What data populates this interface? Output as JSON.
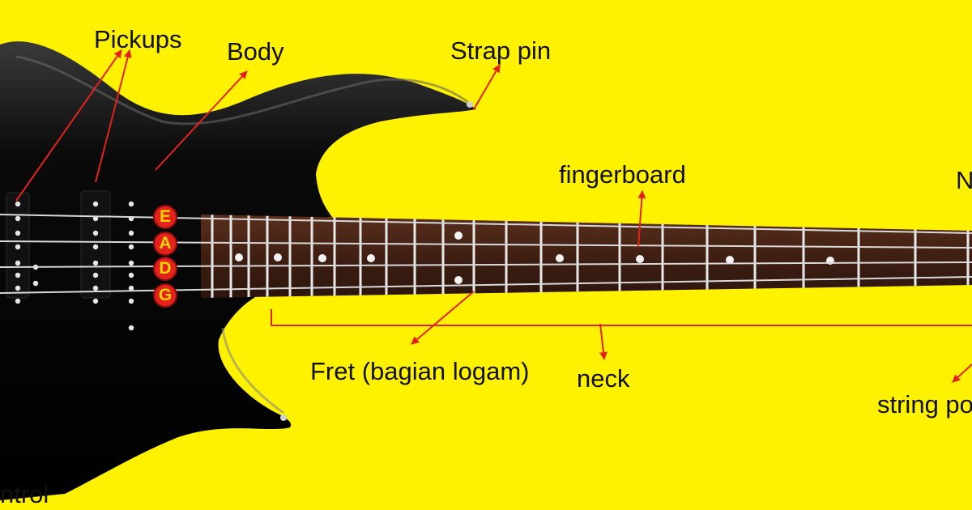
{
  "labels": {
    "pickups": "Pickups",
    "body": "Body",
    "strap_pin": "Strap pin",
    "fingerboard": "fingerboard",
    "nut": "N",
    "fret": "Fret (bagian logam)",
    "neck": "neck",
    "string_post": "string po",
    "control": "ntrol"
  },
  "strings": [
    "E",
    "A",
    "D",
    "G"
  ],
  "colors": {
    "background": "#fff200",
    "arrow": "#e3231b",
    "guitar_body": "#050505",
    "fingerboard": "#4a2616",
    "badge_fill": "#e3231b",
    "badge_text": "#ffd400"
  },
  "icons": [
    "pickup-icon",
    "arrow-icon"
  ]
}
